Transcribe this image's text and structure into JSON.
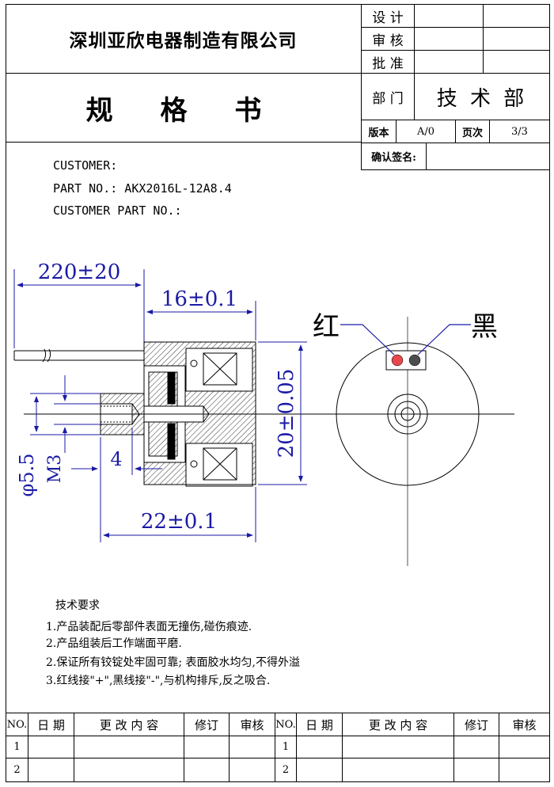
{
  "header": {
    "company": "深圳亚欣电器制造有限公司",
    "doc_title": "规 格 书",
    "approval": {
      "design": "设 计",
      "review": "审 核",
      "approve": "批 准"
    },
    "dept_label": "部 门",
    "dept_value": "技 术 部",
    "version_label": "版本",
    "version_value": "A/0",
    "page_label": "页次",
    "page_value": "3/3",
    "confirm_label": "确认签名:"
  },
  "info": {
    "customer": "CUSTOMER:",
    "part_no": "PART NO.: AKX2016L-12A8.4",
    "customer_part_no": "CUSTOMER PART NO.:"
  },
  "drawing": {
    "dim_lead_length": "220±20",
    "dim_coil_length": "16±0.1",
    "dim_total_length": "22±0.1",
    "dim_diameter": "20±0.05",
    "dim_shaft_dia": "φ5.5",
    "dim_thread": "M3",
    "dim_thread_depth": "4",
    "label_red": "红",
    "label_black": "黑",
    "color_red": "#e8474c",
    "color_black": "#4d4d4d",
    "dim_color": "#1a1aa6"
  },
  "notes": {
    "title": "技术要求",
    "items": [
      "1.产品装配后零部件表面无撞伤,碰伤痕迹.",
      "2.产品组装后工作端面平磨.",
      "2.保证所有铰锭处牢固可靠; 表面胶水均匀,不得外溢",
      "3.红线接\"+\",黑线接\"-\",与机构排斥,反之吸合."
    ]
  },
  "revision_table": {
    "headers": [
      "NO.",
      "日 期",
      "更 改 内 容",
      "修订",
      "审核",
      "NO.",
      "日 期",
      "更 改 内 容",
      "修订",
      "审核"
    ],
    "rows": [
      "1",
      "2"
    ]
  }
}
